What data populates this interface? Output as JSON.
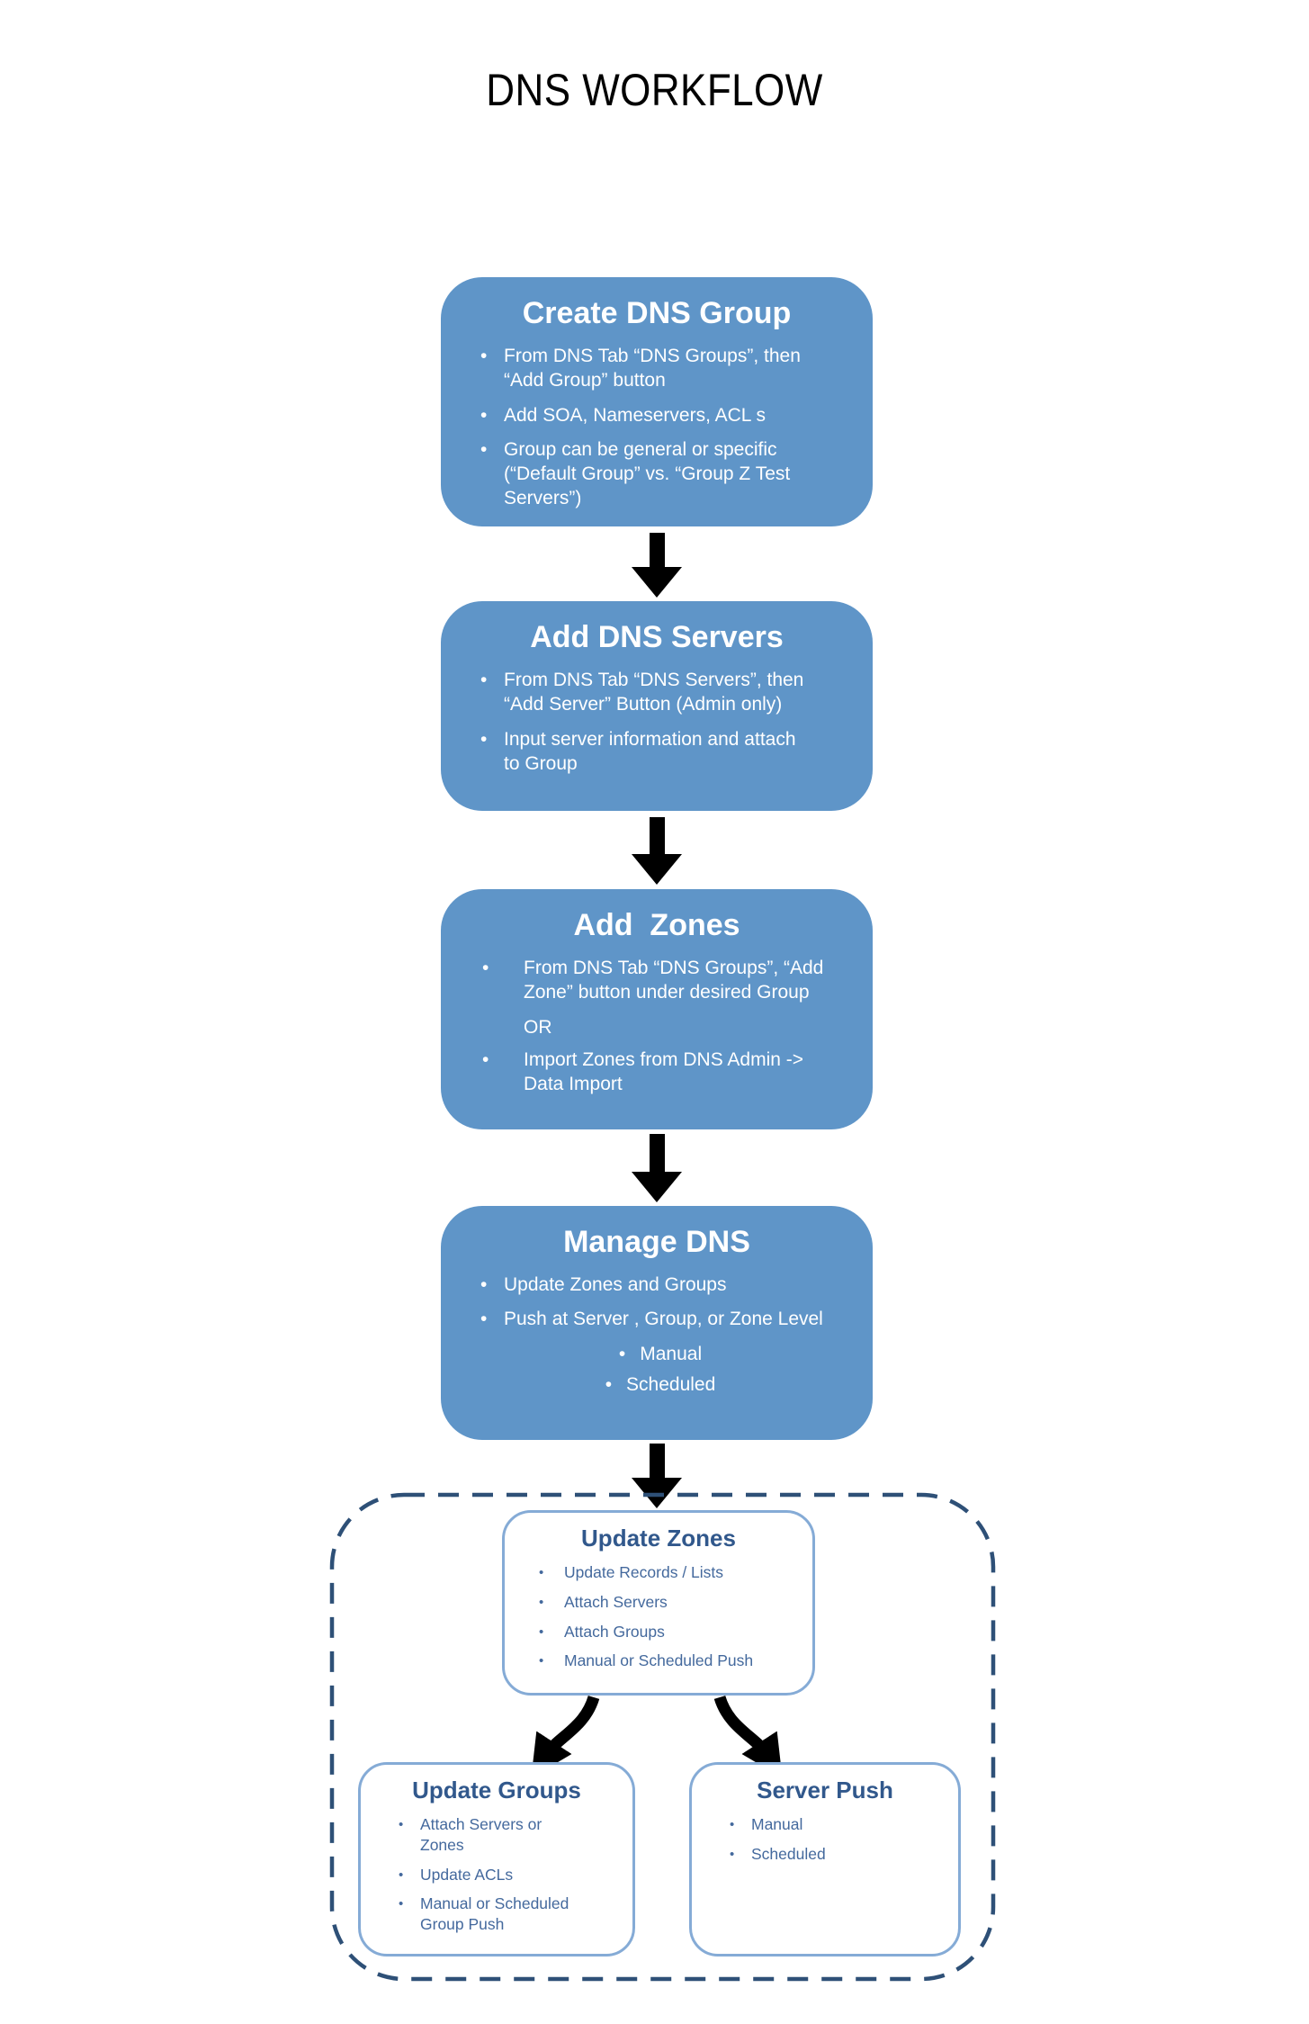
{
  "title": "DNS WORKFLOW",
  "flow_boxes": [
    {
      "heading": "Create DNS Group",
      "bullets": [
        "From DNS Tab “DNS Groups”, then\n“Add Group” button",
        "Add SOA, Nameservers, ACL s",
        "Group can be general or specific\n(“Default Group” vs. “Group Z Test\nServers”)"
      ]
    },
    {
      "heading": "Add DNS Servers",
      "bullets": [
        "From DNS Tab “DNS Servers”, then\n“Add Server” Button (Admin only)",
        "Input server information and attach\nto Group"
      ]
    },
    {
      "heading": "Add  Zones",
      "bullets": [
        "From DNS Tab “DNS Groups”, “Add\nZone” button under desired Group",
        "OR",
        "Import Zones from DNS Admin ->\nData Import"
      ]
    },
    {
      "heading": "Manage DNS",
      "bullets": [
        "Update Zones and Groups",
        "Push at Server , Group, or Zone Level",
        "Manual",
        "Scheduled"
      ]
    }
  ],
  "detail_boxes": [
    {
      "heading": "Update Zones",
      "bullets": [
        "Update Records / Lists",
        "Attach Servers",
        "Attach Groups",
        "Manual or Scheduled Push"
      ]
    },
    {
      "heading": "Update Groups",
      "bullets": [
        "Attach Servers or\nZones",
        "Update ACLs",
        "Manual or Scheduled\nGroup Push"
      ]
    },
    {
      "heading": "Server Push",
      "bullets": [
        "Manual",
        "Scheduled"
      ]
    }
  ],
  "colors": {
    "flow_box_fill": "#5F95C8",
    "flow_box_text": "#FFFFFF",
    "detail_box_border": "#85ABD6",
    "detail_box_heading": "#31588C",
    "detail_box_text": "#44699D",
    "group_dashed_border": "#2E5077",
    "arrow": "#000000",
    "title_text": "#000000"
  }
}
